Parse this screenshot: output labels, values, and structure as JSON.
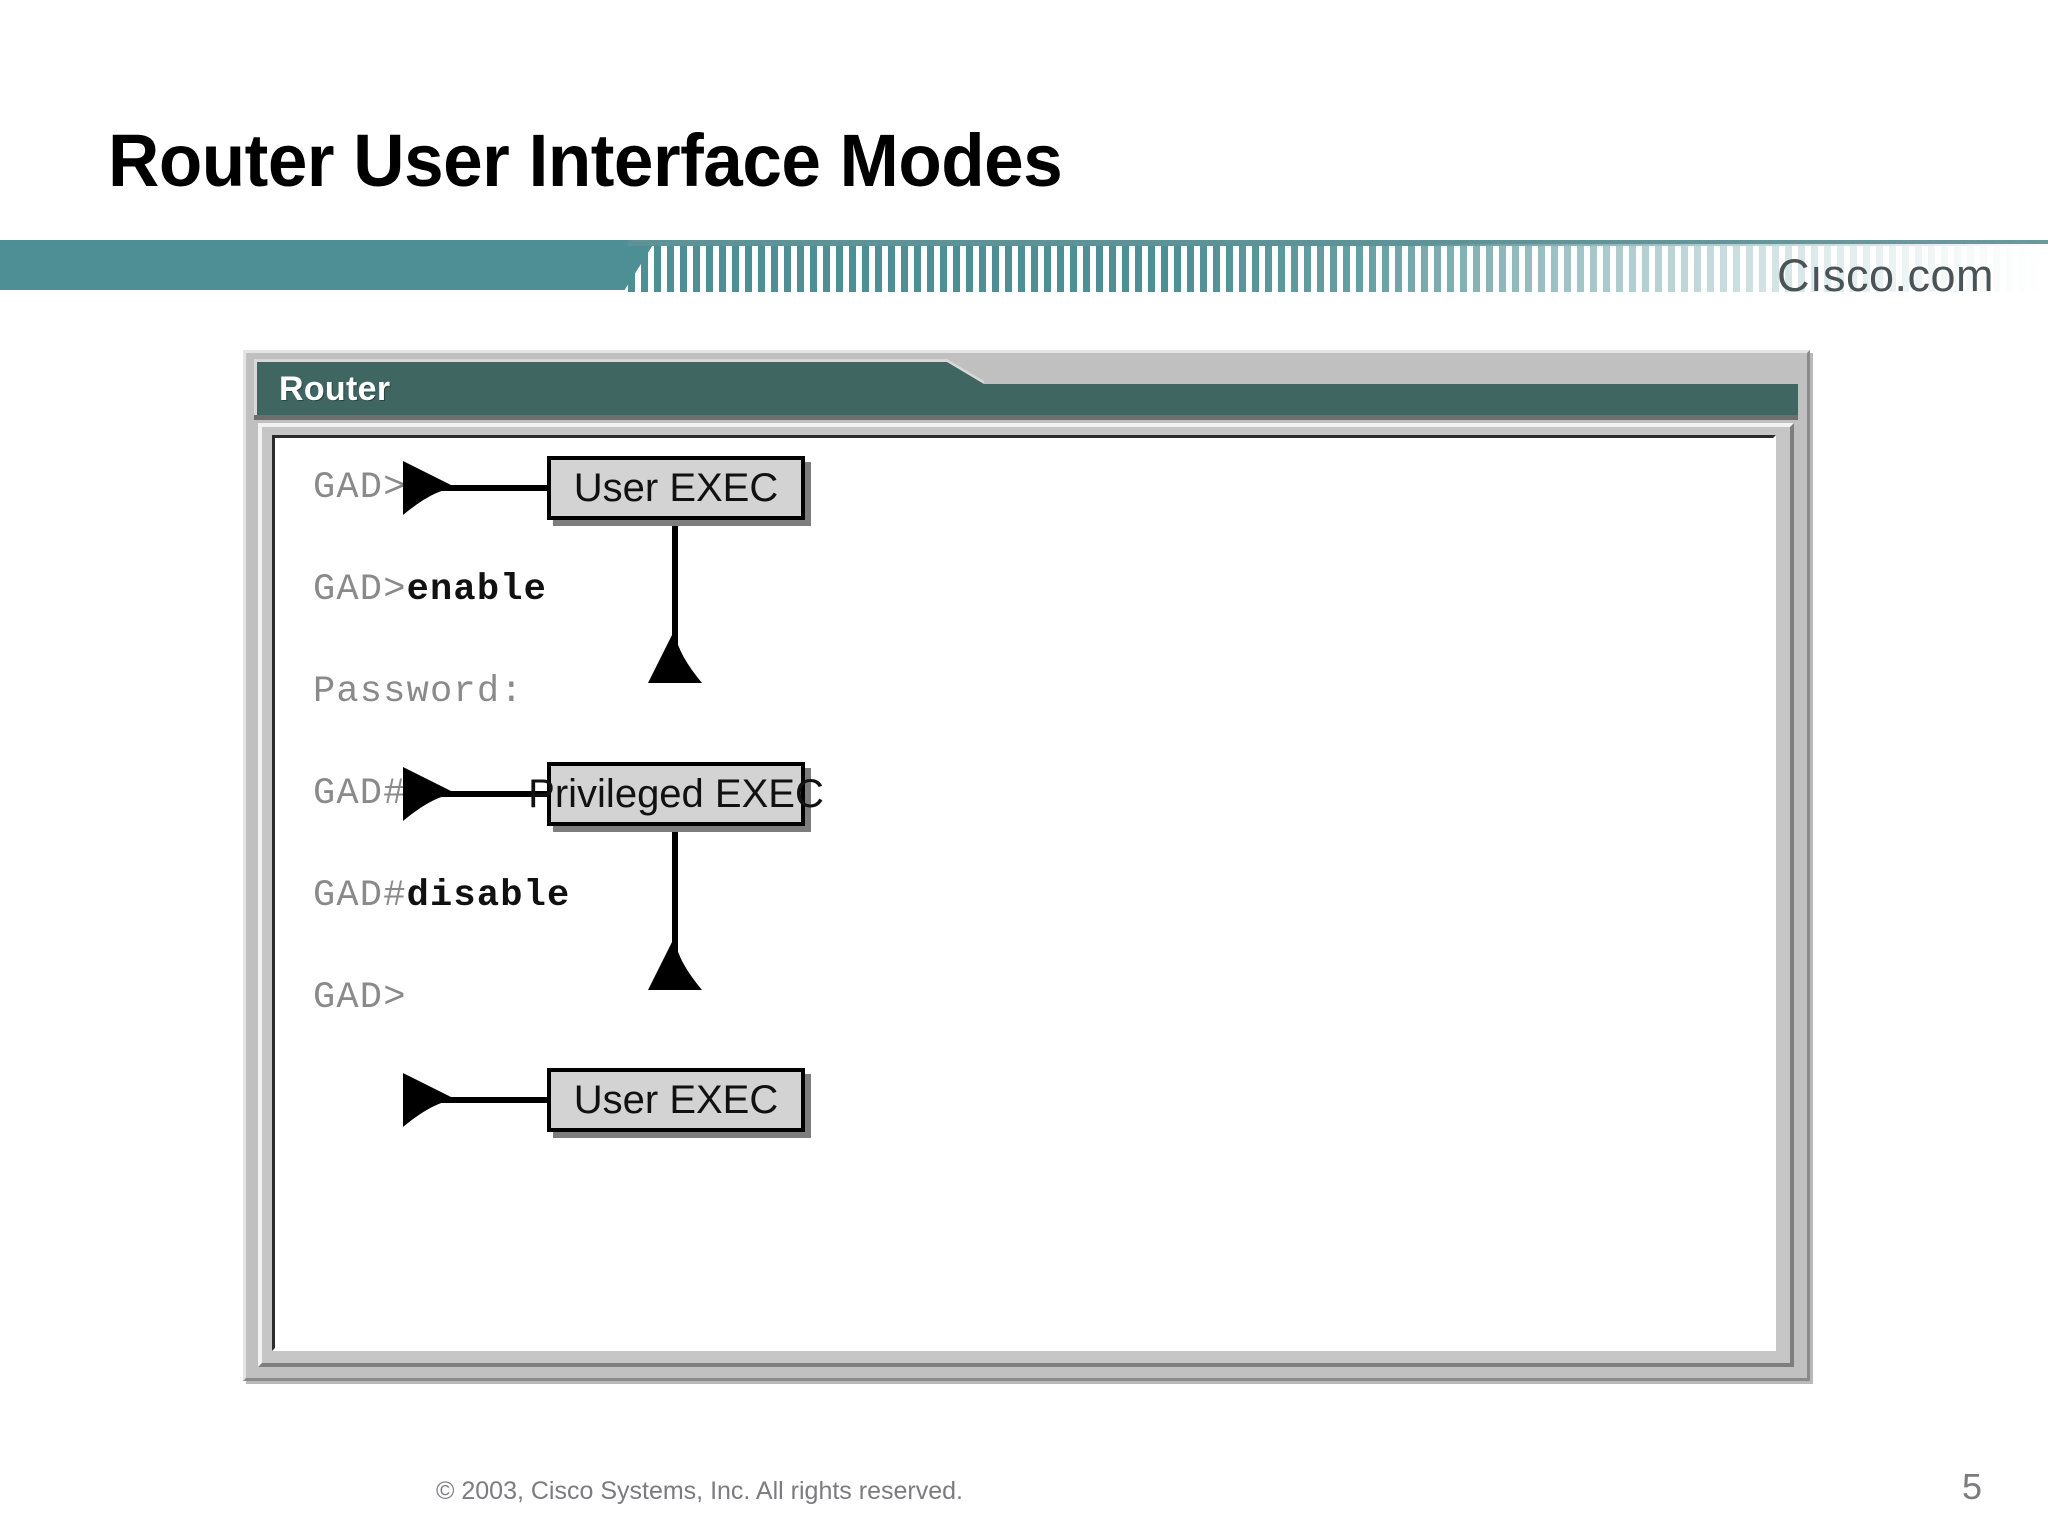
{
  "slide": {
    "title": "Router User Interface Modes",
    "page_number": "5",
    "copyright": "© 2003, Cisco Systems, Inc. All rights reserved.",
    "brand": "Cısco.com"
  },
  "theme": {
    "banner_teal": "#4d8f94",
    "titlebar_green": "#3f6660",
    "window_gray": "#c0c0c0",
    "box_fill": "#d3d3d3",
    "prompt_gray": "#8a8a8a",
    "command_black": "#111111",
    "footer_gray": "#7b7b80"
  },
  "window": {
    "title": "Router"
  },
  "terminal": {
    "lines": [
      {
        "prompt": "GAD>",
        "command": ""
      },
      {
        "prompt": "GAD>",
        "command": "enable"
      },
      {
        "prompt": "Password:",
        "command": ""
      },
      {
        "prompt": "GAD#",
        "command": ""
      },
      {
        "prompt": "GAD#",
        "command": "disable"
      },
      {
        "prompt": "GAD>",
        "command": ""
      }
    ],
    "line_0": "GAD>",
    "line_1_prompt": "GAD>",
    "line_1_cmd": "enable",
    "line_2": "Password:",
    "line_3": "GAD#",
    "line_4_prompt": "GAD#",
    "line_4_cmd": "disable",
    "line_5": "GAD>"
  },
  "diagram": {
    "type": "flow",
    "boxes": [
      {
        "id": "user-exec-top",
        "label": "User EXEC"
      },
      {
        "id": "privileged-exec",
        "label": "Privileged EXEC"
      },
      {
        "id": "user-exec-bottom",
        "label": "User EXEC"
      }
    ],
    "box_0_label": "User EXEC",
    "box_1_label": "Privileged EXEC",
    "box_2_label": "User EXEC",
    "connections": [
      {
        "from": "user-exec-top",
        "to": "prompt-GAD>-1",
        "direction": "left"
      },
      {
        "from": "user-exec-top",
        "to": "privileged-exec",
        "direction": "down"
      },
      {
        "from": "privileged-exec",
        "to": "prompt-GAD#",
        "direction": "left"
      },
      {
        "from": "privileged-exec",
        "to": "user-exec-bottom",
        "direction": "down"
      },
      {
        "from": "user-exec-bottom",
        "to": "prompt-GAD>-2",
        "direction": "left"
      }
    ]
  }
}
